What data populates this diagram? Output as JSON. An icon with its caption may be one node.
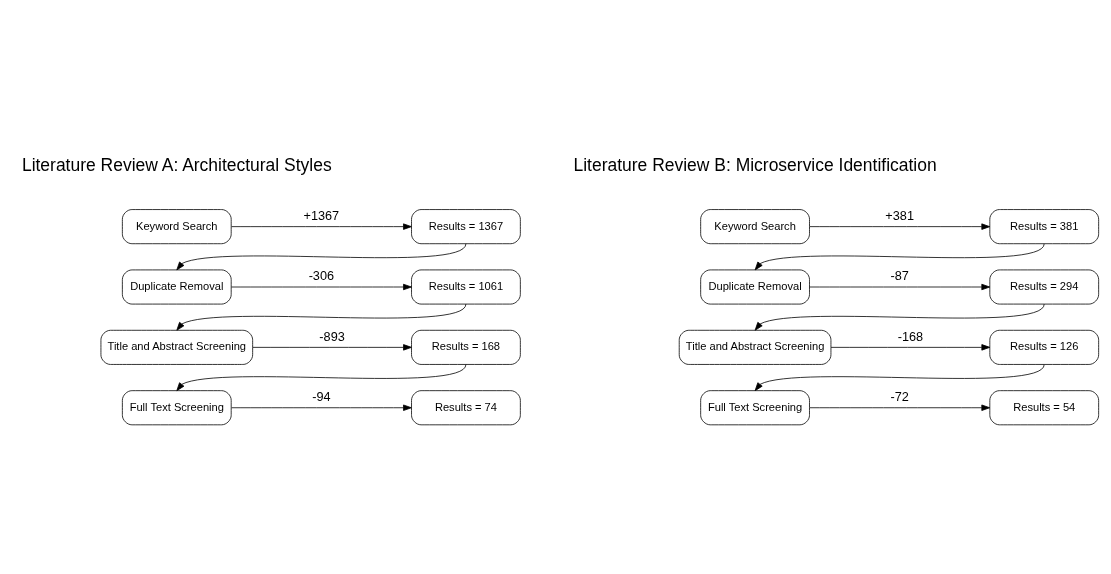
{
  "diagram": {
    "nodes": [
      {
        "text": [
          "Keyword Search"
        ]
      },
      {
        "text": [
          "Results = 1367"
        ]
      },
      {
        "text": [
          "Duplicate Removal"
        ]
      },
      {
        "text": [
          "Results = 1061"
        ]
      },
      {
        "text": [
          "Title and Abstract Screening"
        ]
      },
      {
        "text": [
          "Results = 168"
        ]
      },
      {
        "text": [
          "Full Text Screening"
        ]
      },
      {
        "text": [
          "Results = 74"
        ]
      },
      {
        "text": [
          "Keyword Search"
        ]
      },
      {
        "text": [
          "Results = 381"
        ]
      },
      {
        "text": [
          "Duplicate Removal"
        ]
      },
      {
        "text": [
          "Results = 294"
        ]
      },
      {
        "text": [
          "Title and Abstract Screening"
        ]
      },
      {
        "text": [
          "Results = 126"
        ]
      },
      {
        "text": [
          "Full Text Screening"
        ]
      },
      {
        "text": [
          "Results = 54"
        ]
      }
    ],
    "edges": [
      {
        "from": 0,
        "to": 1,
        "arrow": "to",
        "label": "+1367"
      },
      {
        "from": 1,
        "to": 2,
        "arrow": "to"
      },
      {
        "from": 2,
        "to": 3,
        "arrow": "to",
        "label": "-306"
      },
      {
        "from": 3,
        "to": 4,
        "arrow": "to"
      },
      {
        "from": 4,
        "to": 5,
        "arrow": "to",
        "label": "-893"
      },
      {
        "from": 5,
        "to": 6,
        "arrow": "to"
      },
      {
        "from": 6,
        "to": 7,
        "arrow": "to",
        "label": "-94"
      },
      {
        "from": 8,
        "to": 9,
        "arrow": "to",
        "label": "+381"
      },
      {
        "from": 9,
        "to": 10,
        "arrow": "to"
      },
      {
        "from": 10,
        "to": 11,
        "arrow": "to",
        "label": "-87"
      },
      {
        "from": 11,
        "to": 12,
        "arrow": "to"
      },
      {
        "from": 12,
        "to": 13,
        "arrow": "to",
        "label": "-168"
      },
      {
        "from": 13,
        "to": 14,
        "arrow": "to"
      },
      {
        "from": 14,
        "to": 15,
        "arrow": "to",
        "label": "-72"
      }
    ],
    "labels": [
      "Literature Review A: Architectural Styles",
      "Literature Review B: Microservice Identification"
    ]
  }
}
